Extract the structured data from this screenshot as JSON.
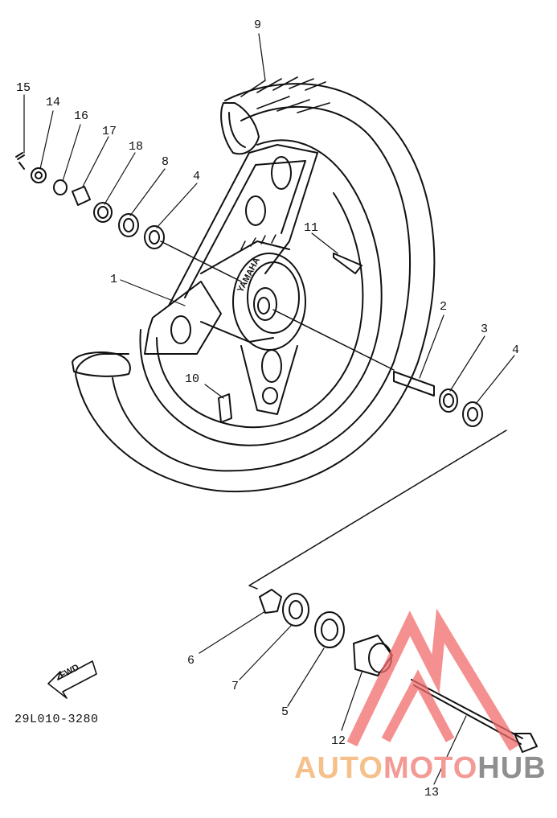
{
  "diagram": {
    "callouts": [
      {
        "id": "c1",
        "text": "1"
      },
      {
        "id": "c2",
        "text": "2"
      },
      {
        "id": "c3",
        "text": "3"
      },
      {
        "id": "c4a",
        "text": "4"
      },
      {
        "id": "c4b",
        "text": "4"
      },
      {
        "id": "c5",
        "text": "5"
      },
      {
        "id": "c6",
        "text": "6"
      },
      {
        "id": "c7",
        "text": "7"
      },
      {
        "id": "c8",
        "text": "8"
      },
      {
        "id": "c9",
        "text": "9"
      },
      {
        "id": "c10",
        "text": "10"
      },
      {
        "id": "c11",
        "text": "11"
      },
      {
        "id": "c12",
        "text": "12"
      },
      {
        "id": "c13",
        "text": "13"
      },
      {
        "id": "c14",
        "text": "14"
      },
      {
        "id": "c15",
        "text": "15"
      },
      {
        "id": "c16",
        "text": "16"
      },
      {
        "id": "c17",
        "text": "17"
      },
      {
        "id": "c18",
        "text": "18"
      }
    ],
    "drawing_code": "29L010-3280",
    "direction_label": "FWD",
    "hub_brand_text": "YAMAHA"
  },
  "watermark": {
    "part1": "AUTO",
    "part2": "MOTO",
    "part3": "HUB",
    "colors": {
      "part1": "#f6c08a",
      "part2": "#f39a95",
      "part3": "#8f8f8f",
      "triangle": "#f26b6b"
    }
  }
}
